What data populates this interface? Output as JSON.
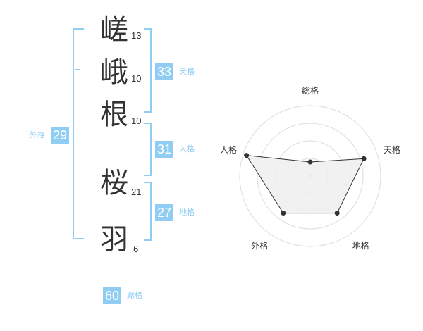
{
  "name_chars": [
    {
      "char": "嵯",
      "strokes": "13"
    },
    {
      "char": "峨",
      "strokes": "10"
    },
    {
      "char": "根",
      "strokes": "10"
    },
    {
      "char": "桜",
      "strokes": "21"
    },
    {
      "char": "羽",
      "strokes": "6"
    }
  ],
  "kakusu": {
    "tenkaku": {
      "value": "33",
      "label": "天格"
    },
    "jinkaku": {
      "value": "31",
      "label": "人格"
    },
    "chikaku": {
      "value": "27",
      "label": "地格"
    },
    "gaikaku": {
      "value": "29",
      "label": "外格"
    },
    "soukaku": {
      "value": "60",
      "label": "総格"
    }
  },
  "chart_data": {
    "type": "radar",
    "axes": [
      "総格",
      "天格",
      "地格",
      "外格",
      "人格"
    ],
    "values": [
      0.2,
      0.8,
      0.65,
      0.65,
      0.95
    ],
    "range": [
      0,
      1
    ],
    "rings": 4,
    "colors": {
      "fill": "#eeeeee",
      "line": "#333333",
      "grid": "#dddddd",
      "point": "#333333"
    }
  },
  "colors": {
    "accent": "#8fcdf3",
    "text": "#333333"
  }
}
